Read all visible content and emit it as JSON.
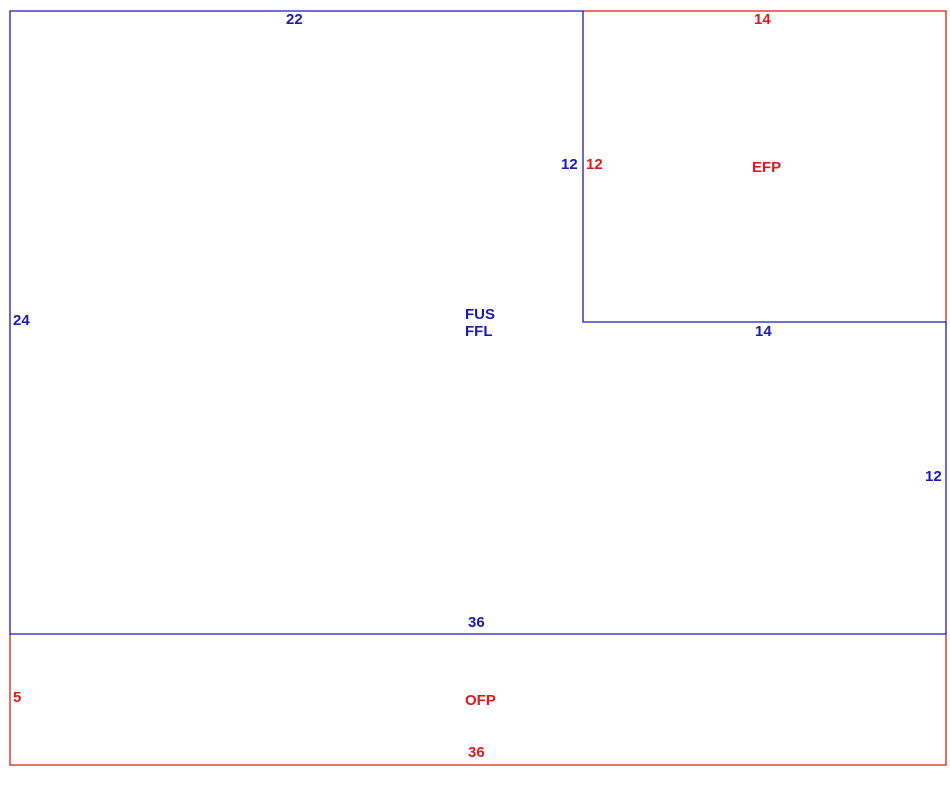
{
  "colors": {
    "living": "#1a1ab0",
    "porch": "#dd1a1a",
    "background": "#ffffff"
  },
  "areas": {
    "main_line1": "FUS",
    "main_line2": "FFL",
    "efp": "EFP",
    "ofp": "OFP"
  },
  "dimensions": {
    "main_top": "22",
    "main_left": "24",
    "main_notch_vertical": "12",
    "main_notch_horizontal": "14",
    "main_right": "12",
    "main_bottom": "36",
    "efp_top": "14",
    "efp_left": "12",
    "ofp_left": "5",
    "ofp_bottom": "36"
  }
}
